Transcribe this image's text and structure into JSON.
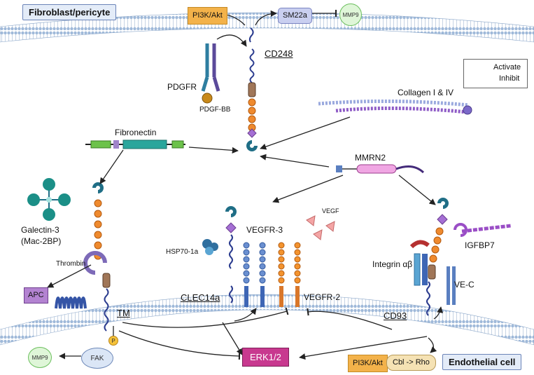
{
  "titles": {
    "fibroblast": "Fibroblast/pericyte",
    "endothelial": "Endothelial cell"
  },
  "legend": {
    "activate": "Activate",
    "inhibit": "Inhibit"
  },
  "labels": {
    "pi3k_top": "PI3K/Akt",
    "sm22a": "SM22a",
    "mmp9_top": "MMP9",
    "cd248": "CD248",
    "pdgfr": "PDGFR",
    "pdgfbb": "PDGF-BB",
    "collagen": "Collagen I & IV",
    "fibronectin": "Fibronectin",
    "mmrn2": "MMRN2",
    "galectin3": "Galectin-3",
    "mac2bp": "(Mac-2BP)",
    "thrombin": "Thrombin",
    "apc": "APC",
    "tm": "TM",
    "fak": "FAK",
    "mmp9_bottom": "MMP9",
    "phospho": "P",
    "vegf": "VEGF",
    "hsp70": "HSP70-1a",
    "vegfr3": "VEGFR-3",
    "vegfr2": "VEGFR-2",
    "clec14a": "CLEC14a",
    "erk": "ERK1/2",
    "cd93": "CD93",
    "igfbp7": "IGFBP7",
    "integrin": "Integrin αβ",
    "vec": "VE-C",
    "pi3k_bottom": "PI3K/Akt",
    "cbl_rho": "Cbl -> Rho"
  }
}
